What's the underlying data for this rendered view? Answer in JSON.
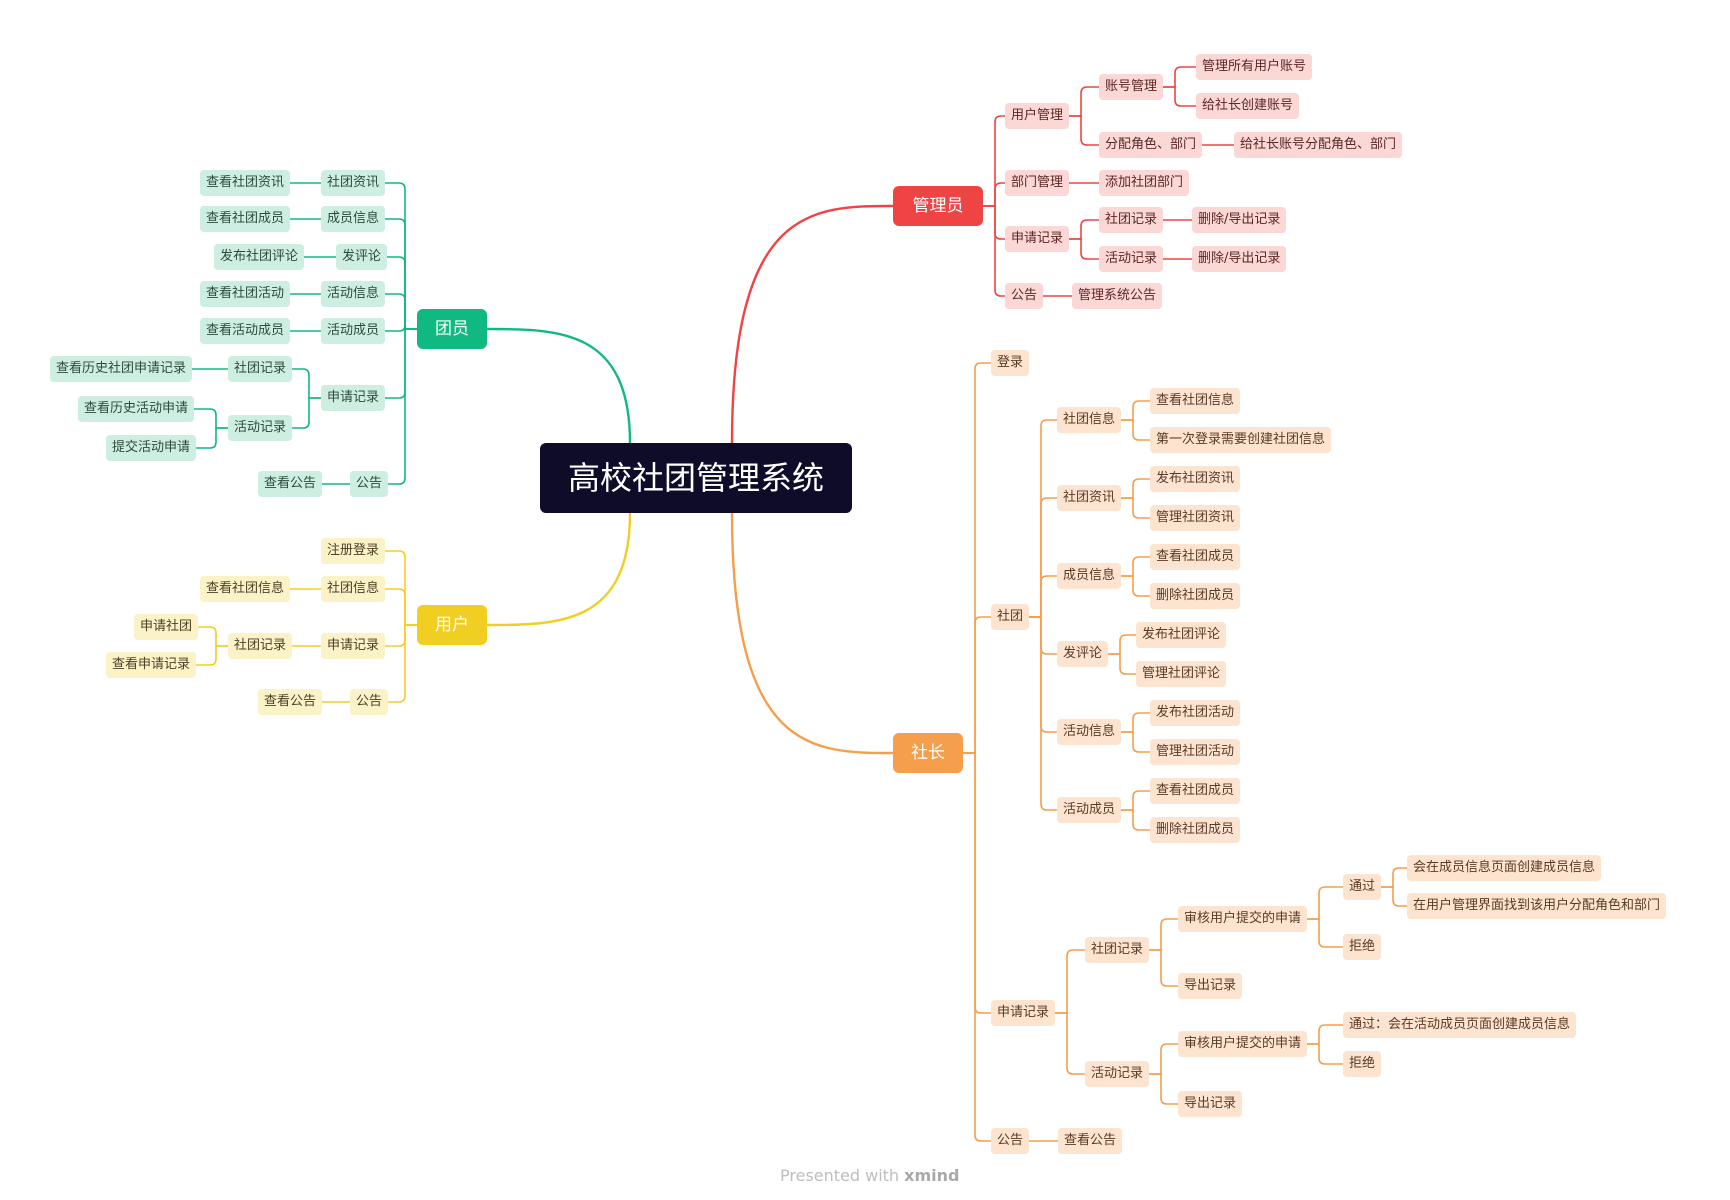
{
  "root": {
    "label": "高校社团管理系统"
  },
  "footer": {
    "prefix": "Presented with",
    "brand": "xmind"
  },
  "colors": {
    "green": "#10b981",
    "yellow": "#f0cf22",
    "red": "#ef4444",
    "orange": "#f59e4b",
    "root": "#0f0c2a"
  },
  "branches": {
    "member": {
      "label": "团员",
      "items": {
        "news": "社团资讯",
        "news_view": "查看社团资讯",
        "members": "成员信息",
        "members_view": "查看社团成员",
        "comment": "发评论",
        "comment_post": "发布社团评论",
        "act": "活动信息",
        "act_view": "查看社团活动",
        "actmem": "活动成员",
        "actmem_view": "查看活动成员",
        "apply": "申请记录",
        "club_rec": "社团记录",
        "club_rec_hist": "查看历史社团申请记录",
        "act_rec": "活动记录",
        "act_rec_hist": "查看历史活动申请",
        "act_rec_submit": "提交活动申请",
        "notice": "公告",
        "notice_view": "查看公告"
      }
    },
    "user": {
      "label": "用户",
      "items": {
        "login": "注册登录",
        "info": "社团信息",
        "info_view": "查看社团信息",
        "apply": "申请记录",
        "club_rec": "社团记录",
        "club_apply": "申请社团",
        "club_view": "查看申请记录",
        "notice": "公告",
        "notice_view": "查看公告"
      }
    },
    "admin": {
      "label": "管理员",
      "items": {
        "usermgr": "用户管理",
        "acct": "账号管理",
        "acct_all": "管理所有用户账号",
        "acct_create": "给社长创建账号",
        "role": "分配角色、部门",
        "role_assign": "给社长账号分配角色、部门",
        "dept": "部门管理",
        "dept_add": "添加社团部门",
        "apply": "申请记录",
        "club_rec": "社团记录",
        "club_del": "删除/导出记录",
        "act_rec": "活动记录",
        "act_del": "删除/导出记录",
        "notice": "公告",
        "notice_mgr": "管理系统公告"
      }
    },
    "president": {
      "label": "社长",
      "items": {
        "login": "登录",
        "club": "社团",
        "cinfo": "社团信息",
        "cinfo_view": "查看社团信息",
        "cinfo_first": "第一次登录需要创建社团信息",
        "cnews": "社团资讯",
        "cnews_post": "发布社团资讯",
        "cnews_mgr": "管理社团资讯",
        "cmem": "成员信息",
        "cmem_view": "查看社团成员",
        "cmem_del": "删除社团成员",
        "ccom": "发评论",
        "ccom_post": "发布社团评论",
        "ccom_mgr": "管理社团评论",
        "cact": "活动信息",
        "cact_post": "发布社团活动",
        "cact_mgr": "管理社团活动",
        "camem": "活动成员",
        "camem_view": "查看社团成员",
        "camem_del": "删除社团成员",
        "apply": "申请记录",
        "crec": "社团记录",
        "crec_review": "审核用户提交的申请",
        "crec_pass": "通过",
        "crec_pass1": "会在成员信息页面创建成员信息",
        "crec_pass2": "在用户管理界面找到该用户分配角色和部门",
        "crec_reject": "拒绝",
        "crec_export": "导出记录",
        "arec": "活动记录",
        "arec_review": "审核用户提交的申请",
        "arec_pass": "通过：会在活动成员页面创建成员信息",
        "arec_reject": "拒绝",
        "arec_export": "导出记录",
        "notice": "公告",
        "notice_view": "查看公告"
      }
    }
  }
}
